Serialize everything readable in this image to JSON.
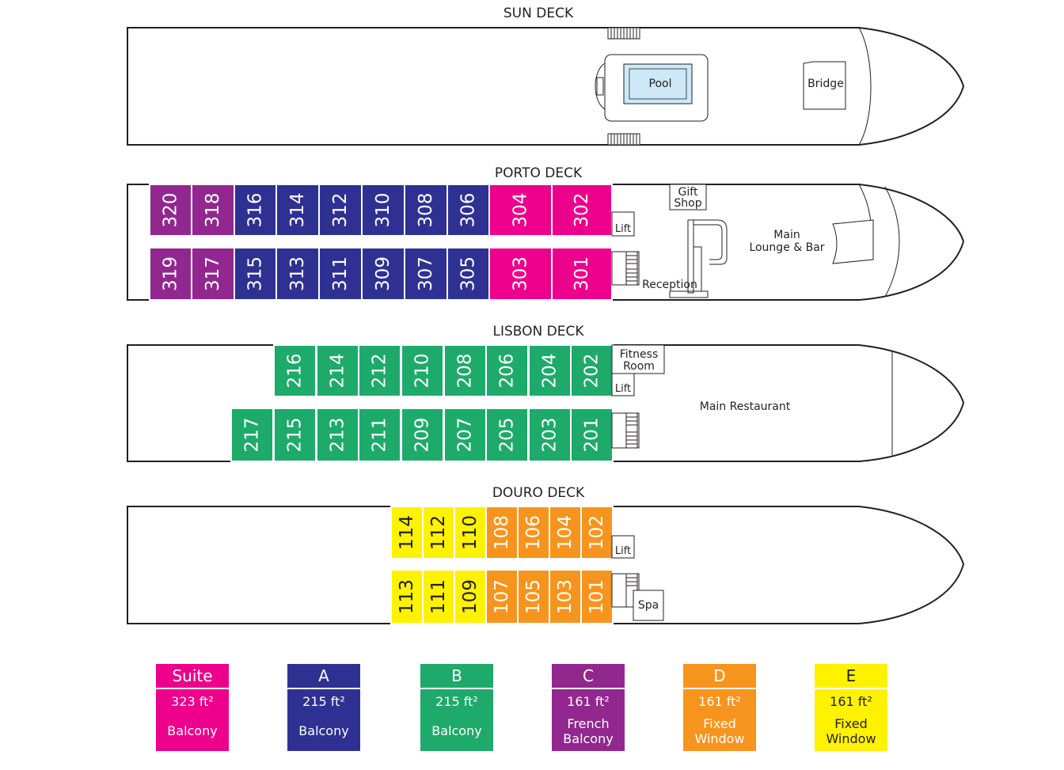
{
  "colors": {
    "suite": "#ec008c",
    "A": "#2e3192",
    "B": "#1eaa6a",
    "C": "#92278f",
    "D": "#f7941d",
    "E": "#fff200",
    "outline": "#231f20",
    "pool": "#cde9f7"
  },
  "decks": {
    "sun": {
      "title": "SUN DECK",
      "pool": "Pool",
      "bridge": "Bridge"
    },
    "porto": {
      "title": "PORTO DECK",
      "top_rooms": [
        {
          "num": "320",
          "cat": "C"
        },
        {
          "num": "318",
          "cat": "C"
        },
        {
          "num": "316",
          "cat": "A"
        },
        {
          "num": "314",
          "cat": "A"
        },
        {
          "num": "312",
          "cat": "A"
        },
        {
          "num": "310",
          "cat": "A"
        },
        {
          "num": "308",
          "cat": "A"
        },
        {
          "num": "306",
          "cat": "A"
        },
        {
          "num": "304",
          "cat": "suite"
        },
        {
          "num": "302",
          "cat": "suite"
        }
      ],
      "bottom_rooms": [
        {
          "num": "319",
          "cat": "C"
        },
        {
          "num": "317",
          "cat": "C"
        },
        {
          "num": "315",
          "cat": "A"
        },
        {
          "num": "313",
          "cat": "A"
        },
        {
          "num": "311",
          "cat": "A"
        },
        {
          "num": "309",
          "cat": "A"
        },
        {
          "num": "307",
          "cat": "A"
        },
        {
          "num": "305",
          "cat": "A"
        },
        {
          "num": "303",
          "cat": "suite"
        },
        {
          "num": "301",
          "cat": "suite"
        }
      ],
      "lift": "Lift",
      "gift_shop": [
        "Gift",
        "Shop"
      ],
      "lounge": [
        "Main",
        "Lounge & Bar"
      ],
      "reception": "Reception"
    },
    "lisbon": {
      "title": "LISBON DECK",
      "top_rooms": [
        "216",
        "214",
        "212",
        "210",
        "208",
        "206",
        "204",
        "202"
      ],
      "bottom_rooms": [
        "217",
        "215",
        "213",
        "211",
        "209",
        "207",
        "205",
        "203",
        "201"
      ],
      "fitness": [
        "Fitness",
        "Room"
      ],
      "lift": "Lift",
      "restaurant": "Main Restaurant"
    },
    "douro": {
      "title": "DOURO  DECK",
      "top_rooms": [
        {
          "num": "114",
          "cat": "E"
        },
        {
          "num": "112",
          "cat": "E"
        },
        {
          "num": "110",
          "cat": "E"
        },
        {
          "num": "108",
          "cat": "D"
        },
        {
          "num": "106",
          "cat": "D"
        },
        {
          "num": "104",
          "cat": "D"
        },
        {
          "num": "102",
          "cat": "D"
        }
      ],
      "bottom_rooms": [
        {
          "num": "113",
          "cat": "E"
        },
        {
          "num": "111",
          "cat": "E"
        },
        {
          "num": "109",
          "cat": "E"
        },
        {
          "num": "107",
          "cat": "D"
        },
        {
          "num": "105",
          "cat": "D"
        },
        {
          "num": "103",
          "cat": "D"
        },
        {
          "num": "101",
          "cat": "D"
        }
      ],
      "lift": "Lift",
      "spa": "Spa"
    }
  },
  "legend": [
    {
      "head": "Suite",
      "size": "323 ft²",
      "type": [
        "Balcony"
      ],
      "cat": "suite"
    },
    {
      "head": "A",
      "size": "215 ft²",
      "type": [
        "Balcony"
      ],
      "cat": "A"
    },
    {
      "head": "B",
      "size": "215 ft²",
      "type": [
        "Balcony"
      ],
      "cat": "B"
    },
    {
      "head": "C",
      "size": "161 ft²",
      "type": [
        "French",
        "Balcony"
      ],
      "cat": "C"
    },
    {
      "head": "D",
      "size": "161 ft²",
      "type": [
        "Fixed",
        "Window"
      ],
      "cat": "D"
    },
    {
      "head": "E",
      "size": "161 ft²",
      "type": [
        "Fixed",
        "Window"
      ],
      "cat": "E"
    }
  ]
}
